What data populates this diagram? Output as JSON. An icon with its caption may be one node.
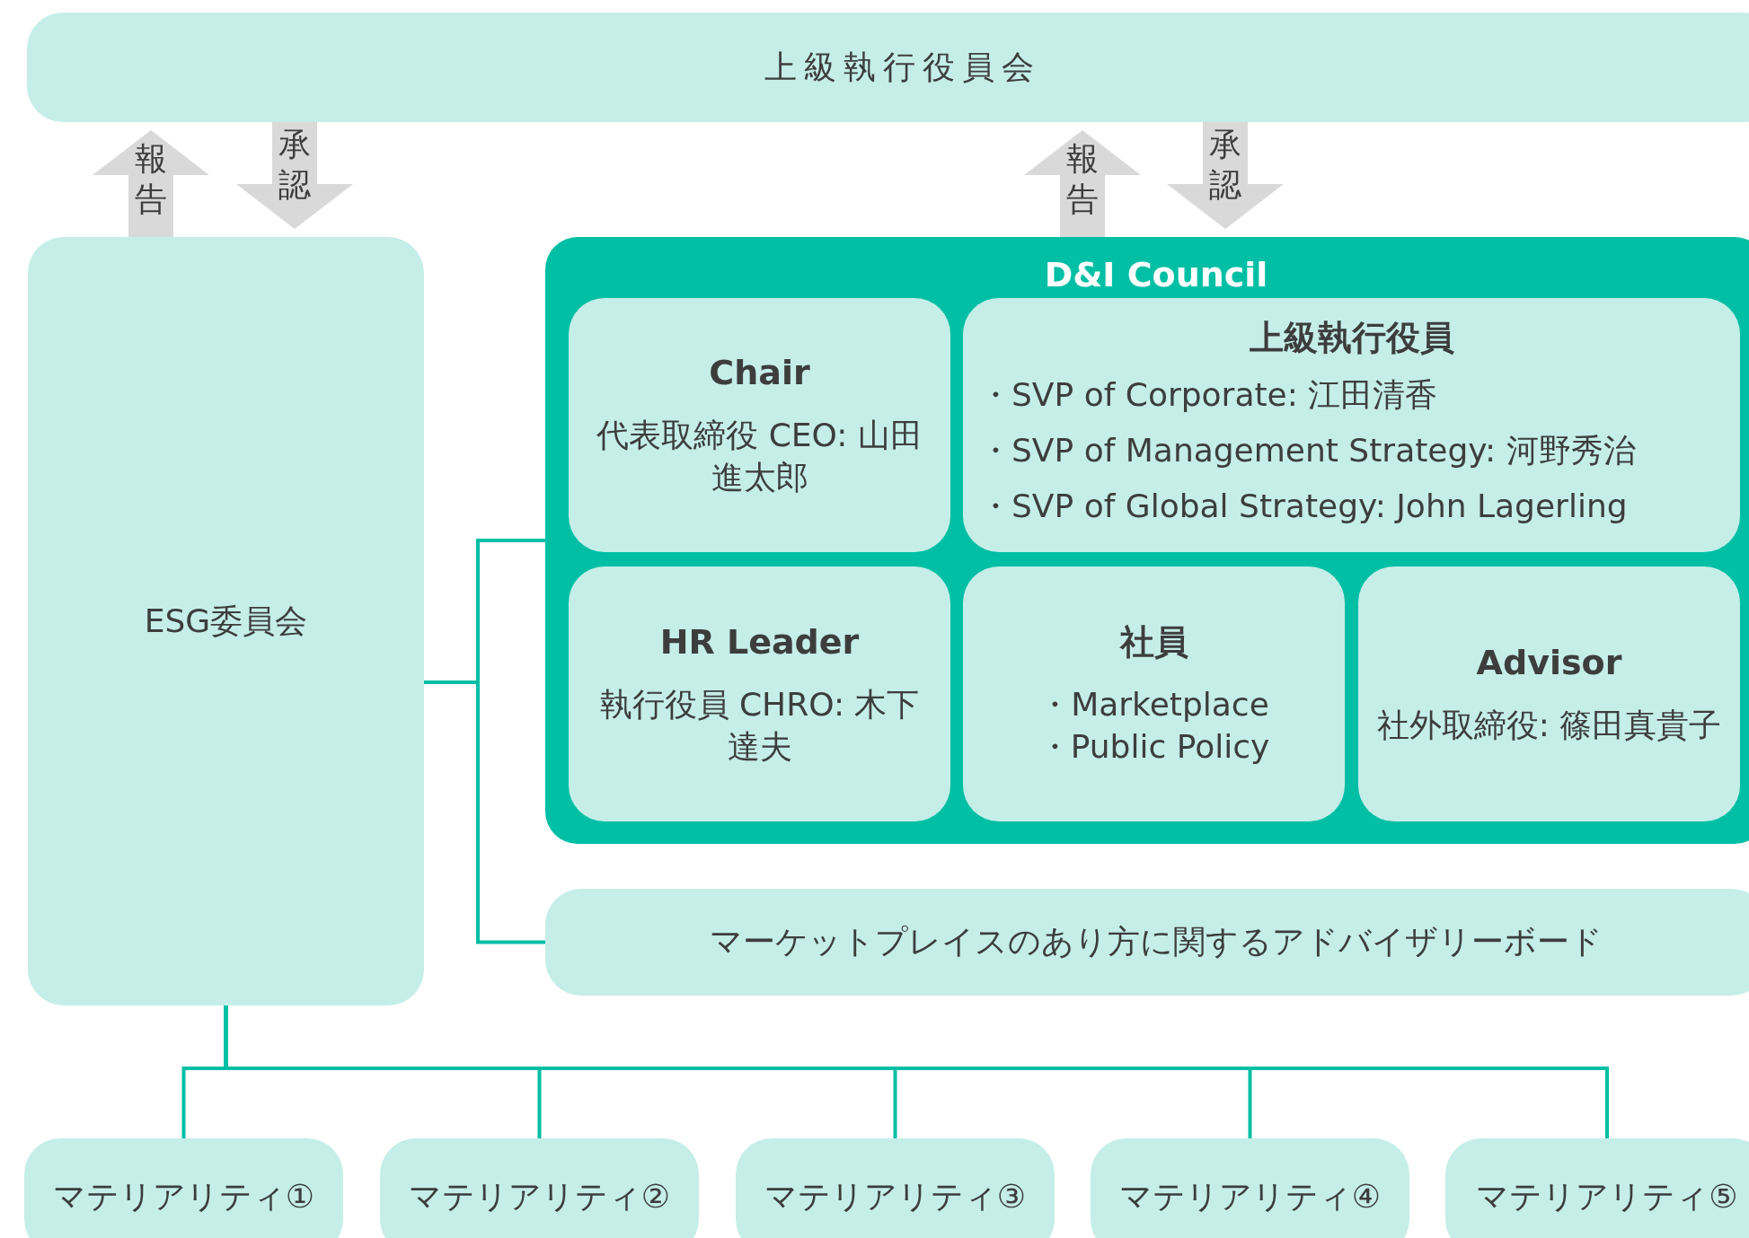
{
  "diagram": {
    "nodes": [
      {
        "text": [
          "上級執行役員会"
        ]
      },
      {
        "text": [
          "ESG委員会"
        ]
      },
      {
        "text": [
          "D&I Council"
        ]
      },
      {
        "text": [
          "Chair",
          "代表取締役 CEO: 山田進太郎"
        ],
        "in": 2
      },
      {
        "text": [
          "上級執行役員",
          "・SVP of Corporate: 江田清香",
          "・SVP of Management Strategy: 河野秀治",
          "・SVP of Global Strategy: John Lagerling"
        ],
        "in": 2
      },
      {
        "text": [
          "HR Leader",
          "執行役員 CHRO: 木下達夫"
        ],
        "in": 2
      },
      {
        "text": [
          "社員",
          "・Marketplace",
          "・Public Policy"
        ],
        "in": 2
      },
      {
        "text": [
          "Advisor",
          "社外取締役: 篠田真貴子"
        ],
        "in": 2
      },
      {
        "text": [
          "マーケットプレイスのあり方に関するアドバイザリーボード"
        ]
      },
      {
        "text": [
          "マテリアリティ①"
        ]
      },
      {
        "text": [
          "マテリアリティ②"
        ]
      },
      {
        "text": [
          "マテリアリティ③"
        ]
      },
      {
        "text": [
          "マテリアリティ④"
        ]
      },
      {
        "text": [
          "マテリアリティ⑤"
        ]
      }
    ],
    "edges": [
      {
        "from": 1,
        "to": 0,
        "arrow": "to",
        "label": "報告",
        "style": "thick",
        "color": "#d9d9d9"
      },
      {
        "from": 0,
        "to": 1,
        "arrow": "to",
        "label": "承認",
        "style": "thick",
        "color": "#d9d9d9"
      },
      {
        "from": 2,
        "to": 0,
        "arrow": "to",
        "label": "報告",
        "style": "thick",
        "color": "#d9d9d9"
      },
      {
        "from": 0,
        "to": 2,
        "arrow": "to",
        "label": "承認",
        "style": "thick",
        "color": "#d9d9d9"
      },
      {
        "from": 1,
        "to": 2,
        "arrow": "none"
      },
      {
        "from": 1,
        "to": 8,
        "arrow": "none"
      },
      {
        "from": 1,
        "to": 9,
        "arrow": "none"
      },
      {
        "from": 1,
        "to": 10,
        "arrow": "none"
      },
      {
        "from": 1,
        "to": 11,
        "arrow": "none"
      },
      {
        "from": 1,
        "to": 12,
        "arrow": "none"
      },
      {
        "from": 1,
        "to": 13,
        "arrow": "none"
      }
    ]
  }
}
